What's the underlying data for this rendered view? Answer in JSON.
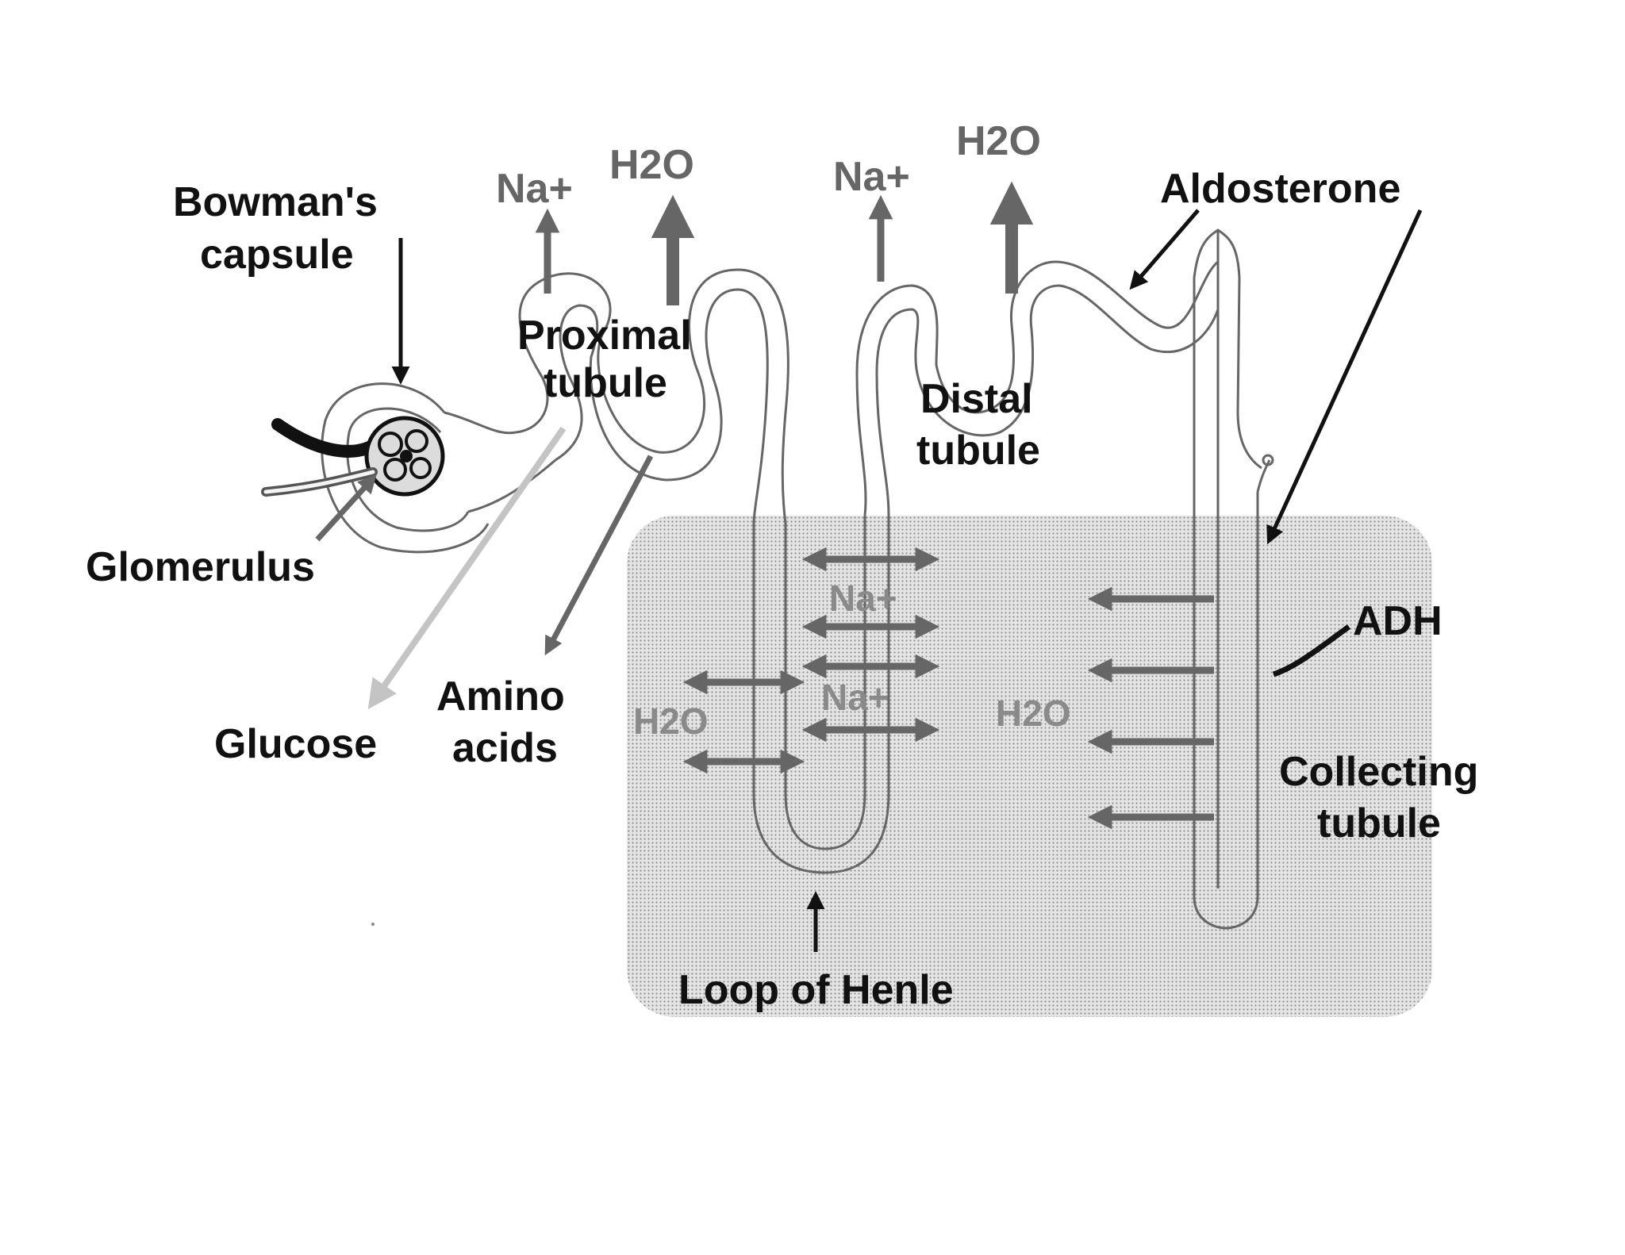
{
  "labels": {
    "bowmans_line1": "Bowman's",
    "bowmans_line2": "capsule",
    "glomerulus": "Glomerulus",
    "glucose": "Glucose",
    "amino_line1": "Amino",
    "amino_line2": "acids",
    "proximal_line1": "Proximal",
    "proximal_line2": "tubule",
    "distal_line1": "Distal",
    "distal_line2": "tubule",
    "aldosterone": "Aldosterone",
    "adh": "ADH",
    "collecting_line1": "Collecting",
    "collecting_line2": "tubule",
    "loop": "Loop of Henle"
  },
  "ions": {
    "na_proximal": "Na+",
    "h2o_proximal": "H2O",
    "na_distal": "Na+",
    "h2o_distal": "H2O",
    "na_loop_1": "Na+",
    "na_loop_2": "Na+",
    "h2o_loop": "H2O",
    "h2o_collecting": "H2O"
  },
  "colors": {
    "medulla_fill": "#cfcfcf",
    "ion_arrow": "#666666",
    "label": "#111111",
    "glucose_arrow": "#c4c4c4"
  }
}
